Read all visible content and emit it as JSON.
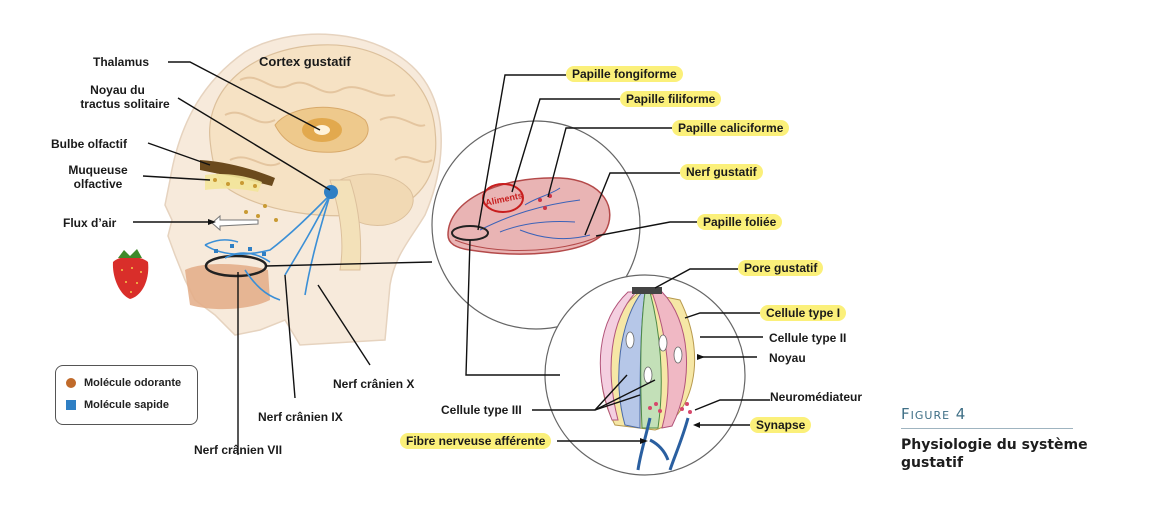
{
  "labels": {
    "thalamus": "Thalamus",
    "cortex": "Cortex gustatif",
    "noyau_tractus_1": "Noyau du",
    "noyau_tractus_2": "tractus solitaire",
    "bulbe": "Bulbe olfactif",
    "muqueuse_1": "Muqueuse",
    "muqueuse_2": "olfactive",
    "flux": "Flux d’air",
    "nerf_vii": "Nerf crânien VII",
    "nerf_ix": "Nerf crânien IX",
    "nerf_x": "Nerf crânien X",
    "papille_fongiforme": "Papille fongiforme",
    "papille_filiforme": "Papille filiforme",
    "papille_caliciforme": "Papille caliciforme",
    "nerf_gustatif": "Nerf gustatif",
    "papille_foliee": "Papille foliée",
    "pore_gustatif": "Pore gustatif",
    "cellule_type_i": "Cellule type I",
    "cellule_type_ii": "Cellule type II",
    "noyau": "Noyau",
    "neuromediateur": "Neuromédiateur",
    "cellule_type_iii": "Cellule type III",
    "synapse": "Synapse",
    "fibre": "Fibre nerveuse afférente",
    "stamp": "Aliments"
  },
  "legend": {
    "odorante": "Molécule odorante",
    "sapide": "Molécule sapide"
  },
  "figure": {
    "number": "Figure 4",
    "caption": "Physiologie du système gustatif"
  },
  "colors": {
    "highlight": "#fbf07a",
    "nerve": "#3b8fd6",
    "brain": "#f6e2c4",
    "tongue": "#e9b4b4"
  }
}
